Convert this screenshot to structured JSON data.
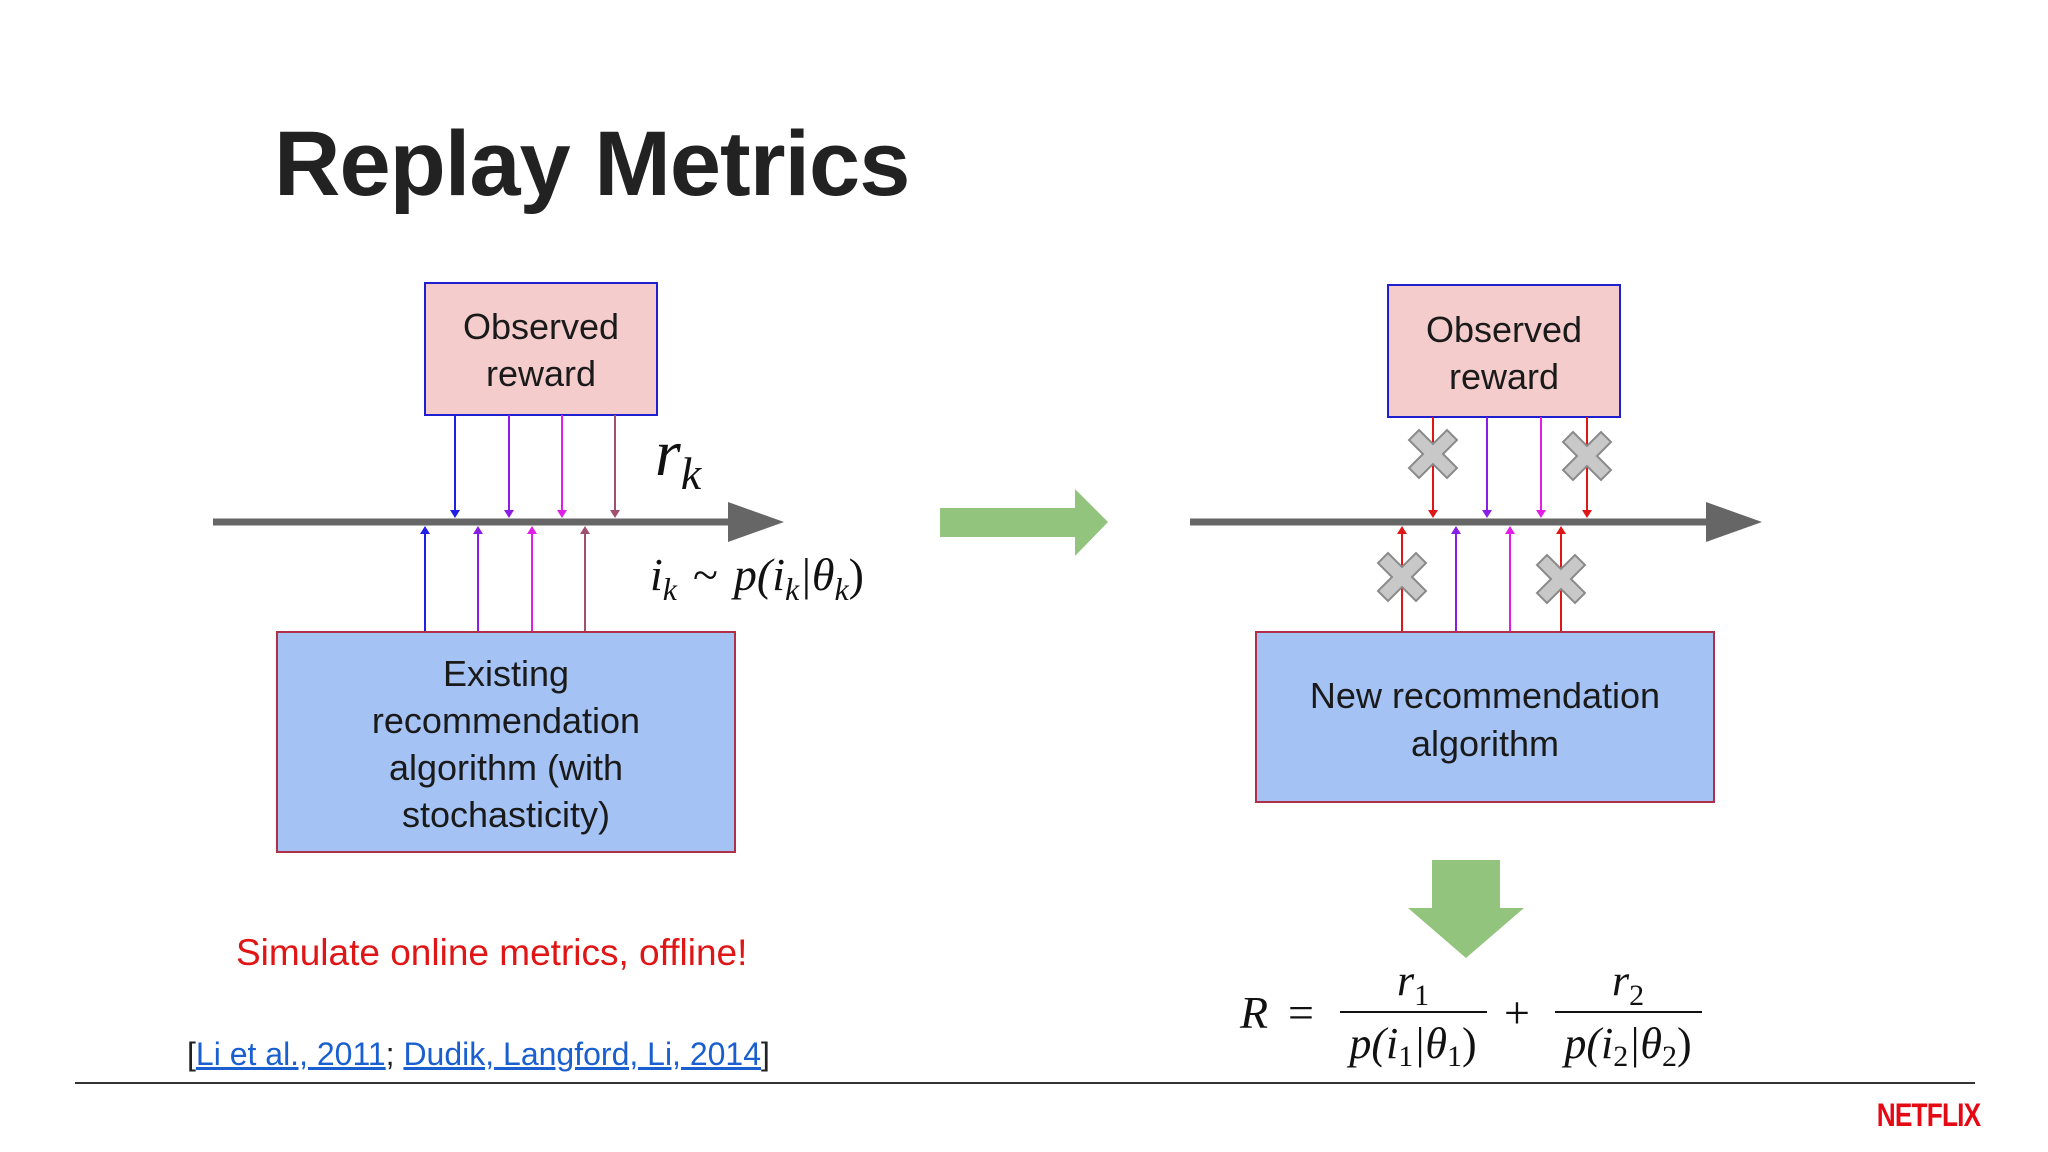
{
  "slide": {
    "title": "Replay Metrics",
    "left_panel": {
      "reward_box": [
        "Observed",
        "reward"
      ],
      "algo_box": [
        "Existing",
        "recommendation",
        "algorithm (with",
        "stochasticity)"
      ],
      "reward_symbol": "r",
      "reward_subscript": "k",
      "sampling_formula": {
        "i": "i",
        "k1": "k",
        "tilde": "~",
        "p": "p(",
        "i2": "i",
        "k2": "k",
        "bar": "|θ",
        "k3": "k",
        "close": ")"
      }
    },
    "right_panel": {
      "reward_box": [
        "Observed",
        "reward"
      ],
      "algo_box": [
        "New recommendation",
        "algorithm"
      ]
    },
    "formula": {
      "lhs": "R",
      "eq": "=",
      "plus": "+",
      "num1": "r",
      "num1_sub": "1",
      "den1": "p(i",
      "den1_sub_i": "1",
      "den1_mid": "|θ",
      "den1_sub_t": "1",
      "den1_end": ")",
      "num2": "r",
      "num2_sub": "2",
      "den2": "p(i",
      "den2_sub_i": "2",
      "den2_mid": "|θ",
      "den2_sub_t": "2",
      "den2_end": ")"
    },
    "callout": "Simulate online metrics, offline!",
    "citation": {
      "open": "[",
      "ref1": "Li et al., 2011",
      "sep": "; ",
      "ref2": "Dudik, Langford, Li, 2014",
      "close": "]"
    },
    "brand": "NETFLIX"
  },
  "colors": {
    "reward_box_fill": "#f4cccc",
    "reward_box_border": "#1f1fcf",
    "algo_box_fill": "#a4c2f4",
    "algo_box_border": "#b0304a",
    "timeline": "#666666",
    "green_arrow": "#93c47d",
    "arrow_colors": [
      "#1f1fe6",
      "#8a1ee6",
      "#e01ee6",
      "#a0506e"
    ],
    "callout": "#e01515",
    "link": "#1a5fcf",
    "brand": "#e50914"
  }
}
